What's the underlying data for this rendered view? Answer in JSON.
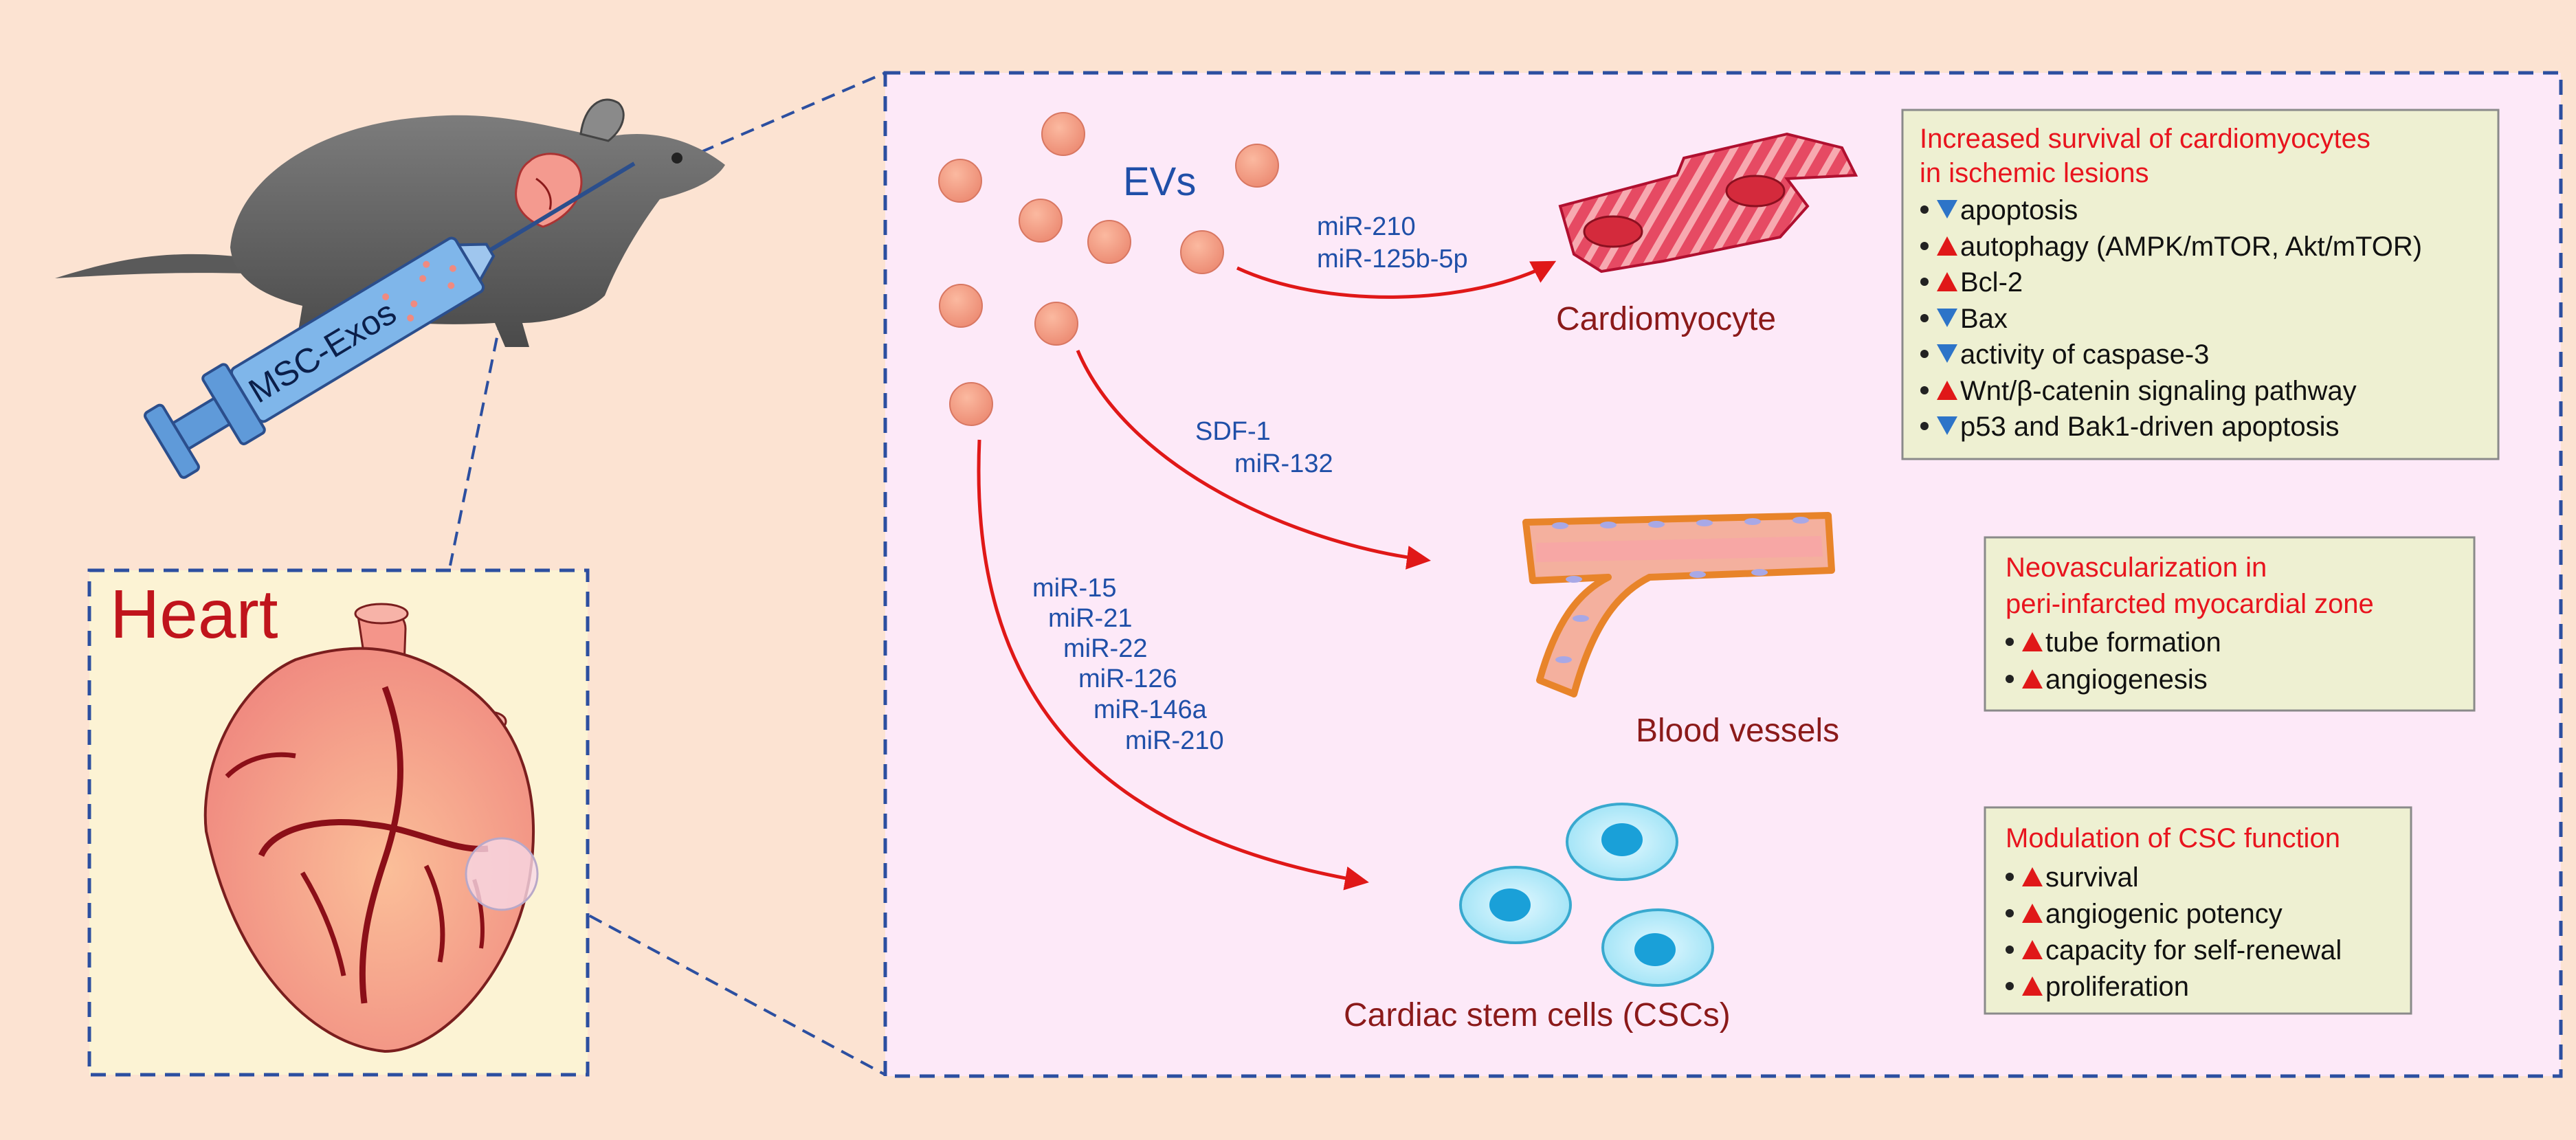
{
  "syringe_label": "MSC-Exos",
  "heart_panel": {
    "title": "Heart"
  },
  "ev_label": "EVs",
  "arrow_labels": {
    "cardiomyocyte": [
      "miR-210",
      "miR-125b-5p"
    ],
    "vessels": [
      "SDF-1",
      "miR-132"
    ],
    "stem_cells": [
      "miR-15",
      "miR-21",
      "miR-22",
      "miR-126",
      "miR-146a",
      "miR-210"
    ]
  },
  "targets": {
    "cardiomyocyte": "Cardiomyocyte",
    "vessels": "Blood vessels",
    "stem_cells": "Cardiac stem cells (CSCs)"
  },
  "boxes": [
    {
      "title_lines": [
        "Increased survival of cardiomyocytes",
        "in ischemic lesions"
      ],
      "items": [
        {
          "dir": "down",
          "text": "apoptosis"
        },
        {
          "dir": "up",
          "text": "autophagy (AMPK/mTOR, Akt/mTOR)"
        },
        {
          "dir": "up",
          "text": "Bcl-2"
        },
        {
          "dir": "down",
          "text": "Bax"
        },
        {
          "dir": "down",
          "text": "activity of caspase-3"
        },
        {
          "dir": "up",
          "text": "Wnt/β-catenin signaling pathway"
        },
        {
          "dir": "down",
          "text": "p53 and Bak1-driven apoptosis"
        }
      ]
    },
    {
      "title_lines": [
        "Neovascularization in",
        "peri-infarcted myocardial zone"
      ],
      "items": [
        {
          "dir": "up",
          "text": "tube formation"
        },
        {
          "dir": "up",
          "text": "angiogenesis"
        }
      ]
    },
    {
      "title_lines": [
        "Modulation of CSC function"
      ],
      "items": [
        {
          "dir": "up",
          "text": "survival"
        },
        {
          "dir": "up",
          "text": "angiogenic potency"
        },
        {
          "dir": "up",
          "text": "capacity for self-renewal"
        },
        {
          "dir": "up",
          "text": "proliferation"
        }
      ]
    }
  ],
  "colors": {
    "background": "#fce3d2",
    "panel": "#fde9f8",
    "heart_panel": "#fcf3d4",
    "box_fill": "#eef0d2",
    "box_title": "#e8141e",
    "label_blue": "#1f4fa8",
    "target_red": "#8b1a1a",
    "arrow": "#e01818",
    "up_triangle": "#e01818",
    "down_triangle": "#2d74c8"
  }
}
